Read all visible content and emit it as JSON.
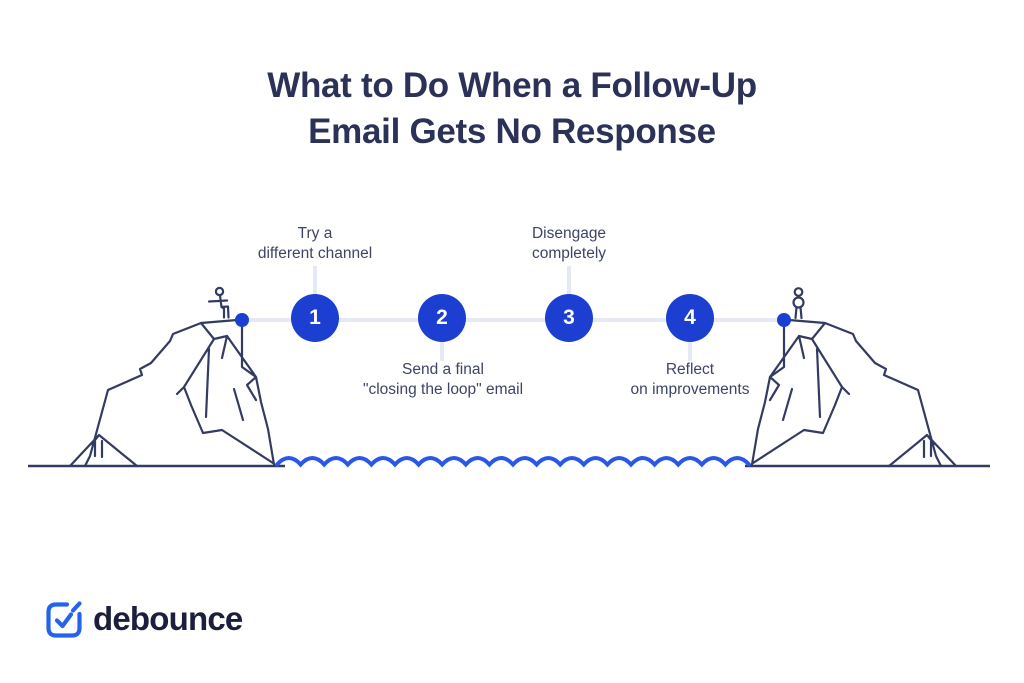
{
  "title": "What to Do When a Follow-Up\nEmail Gets No Response",
  "steps": [
    {
      "number": "1",
      "label": "Try a\ndifferent channel",
      "label_position": "above"
    },
    {
      "number": "2",
      "label": "Send a final\n\"closing the loop\" email",
      "label_position": "below"
    },
    {
      "number": "3",
      "label": "Disengage\ncompletely",
      "label_position": "above"
    },
    {
      "number": "4",
      "label": "Reflect\non improvements",
      "label_position": "below"
    }
  ],
  "brand": {
    "wordmark": "debounce"
  },
  "illustration": {
    "left_figure_icon": "sitting-stick-figure-icon",
    "right_figure_icon": "standing-stick-figure-icon",
    "scene": "two cliffs connected by a 4-step timeline over wavy water"
  },
  "colors": {
    "ink": "#2c3158",
    "ink_soft": "#3d4465",
    "cliff": "#343b63",
    "accent": "#1d3fd1",
    "accent_light": "#e5e8f5",
    "wave": "#2b57e8",
    "logo_blue": "#2563eb",
    "logo_ink": "#1b1e3d",
    "background": "#ffffff"
  }
}
